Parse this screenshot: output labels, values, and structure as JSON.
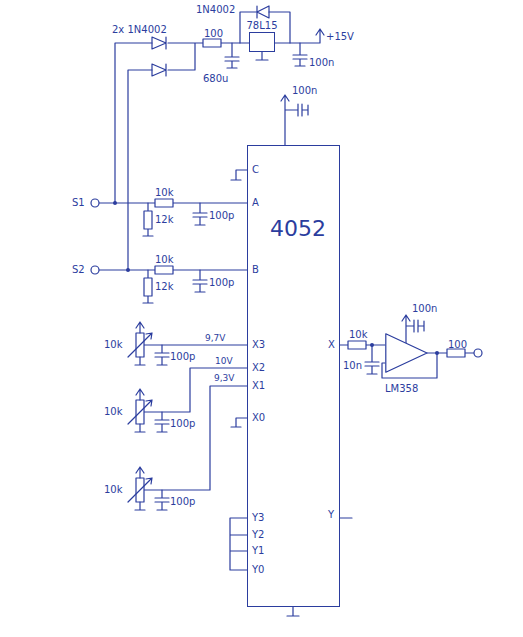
{
  "diagram": {
    "nodes": [
      {
        "text": [
          "4052"
        ]
      },
      {
        "text": [
          "78L15"
        ]
      },
      {
        "text": [
          "LM358"
        ]
      }
    ],
    "edges": [
      {
        "from": 0,
        "to": 2,
        "arrow": "none"
      }
    ],
    "labels": [
      "2x 1N4002",
      "1N4002",
      "100",
      "680u",
      "+15V",
      "100n",
      "100n",
      "C",
      "A",
      "B",
      "S1",
      "S2",
      "10k",
      "12k",
      "100p",
      "10k",
      "12k",
      "100p",
      "10k",
      "100p",
      "9,7V",
      "X3",
      "10V",
      "X2",
      "9,3V",
      "X1",
      "X0",
      "10k",
      "100p",
      "10k",
      "100p",
      "Y3",
      "Y2",
      "Y1",
      "Y0",
      "X",
      "Y",
      "10k",
      "10n",
      "100n",
      "100"
    ]
  }
}
